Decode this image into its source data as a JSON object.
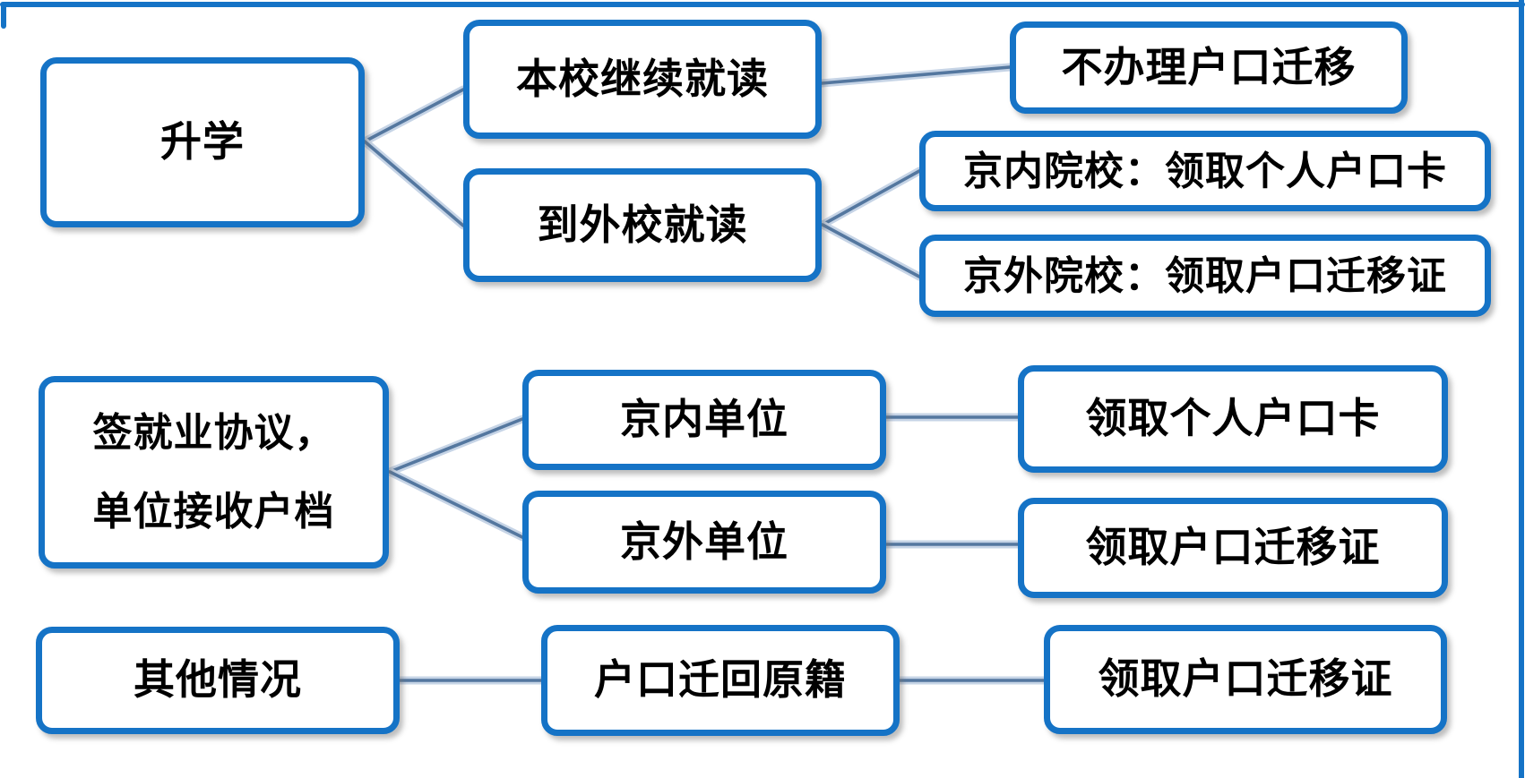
{
  "diagram": {
    "type": "flowchart",
    "description_language": "zh-CN",
    "colors": {
      "box_border": "#1573c6",
      "box_fill": "#ffffff",
      "connector_core": "#54779f",
      "connector_halo": "#c6d4e6",
      "text": "#000000",
      "frame": "#1573c6"
    },
    "nodes": [
      {
        "id": "shengxue",
        "label": "升学"
      },
      {
        "id": "benxiao",
        "label": "本校继续就读"
      },
      {
        "id": "waixiao",
        "label": "到外校就读"
      },
      {
        "id": "bubanli",
        "label": "不办理户口迁移"
      },
      {
        "id": "jingnei-yuanxiao",
        "label": "京内院校：领取个人户口卡"
      },
      {
        "id": "jingwai-yuanxiao",
        "label": "京外院校：领取户口迁移证"
      },
      {
        "id": "qianxieyi",
        "label": "签就业协议，\n单位接收户档"
      },
      {
        "id": "jingnei-danwei",
        "label": "京内单位"
      },
      {
        "id": "jingwai-danwei",
        "label": "京外单位"
      },
      {
        "id": "lingqu-hukouka",
        "label": "领取个人户口卡"
      },
      {
        "id": "lingqu-qianyizheng",
        "label": "领取户口迁移证"
      },
      {
        "id": "qita",
        "label": "其他情况"
      },
      {
        "id": "qianhui-yuanji",
        "label": "户口迁回原籍"
      },
      {
        "id": "lingqu-qianyizheng-2",
        "label": "领取户口迁移证"
      }
    ],
    "edges": [
      {
        "from": "shengxue",
        "to": "benxiao"
      },
      {
        "from": "shengxue",
        "to": "waixiao"
      },
      {
        "from": "benxiao",
        "to": "bubanli"
      },
      {
        "from": "waixiao",
        "to": "jingnei-yuanxiao"
      },
      {
        "from": "waixiao",
        "to": "jingwai-yuanxiao"
      },
      {
        "from": "qianxieyi",
        "to": "jingnei-danwei"
      },
      {
        "from": "qianxieyi",
        "to": "jingwai-danwei"
      },
      {
        "from": "jingnei-danwei",
        "to": "lingqu-hukouka"
      },
      {
        "from": "jingwai-danwei",
        "to": "lingqu-qianyizheng"
      },
      {
        "from": "qita",
        "to": "qianhui-yuanji"
      },
      {
        "from": "qianhui-yuanji",
        "to": "lingqu-qianyizheng-2"
      }
    ]
  }
}
